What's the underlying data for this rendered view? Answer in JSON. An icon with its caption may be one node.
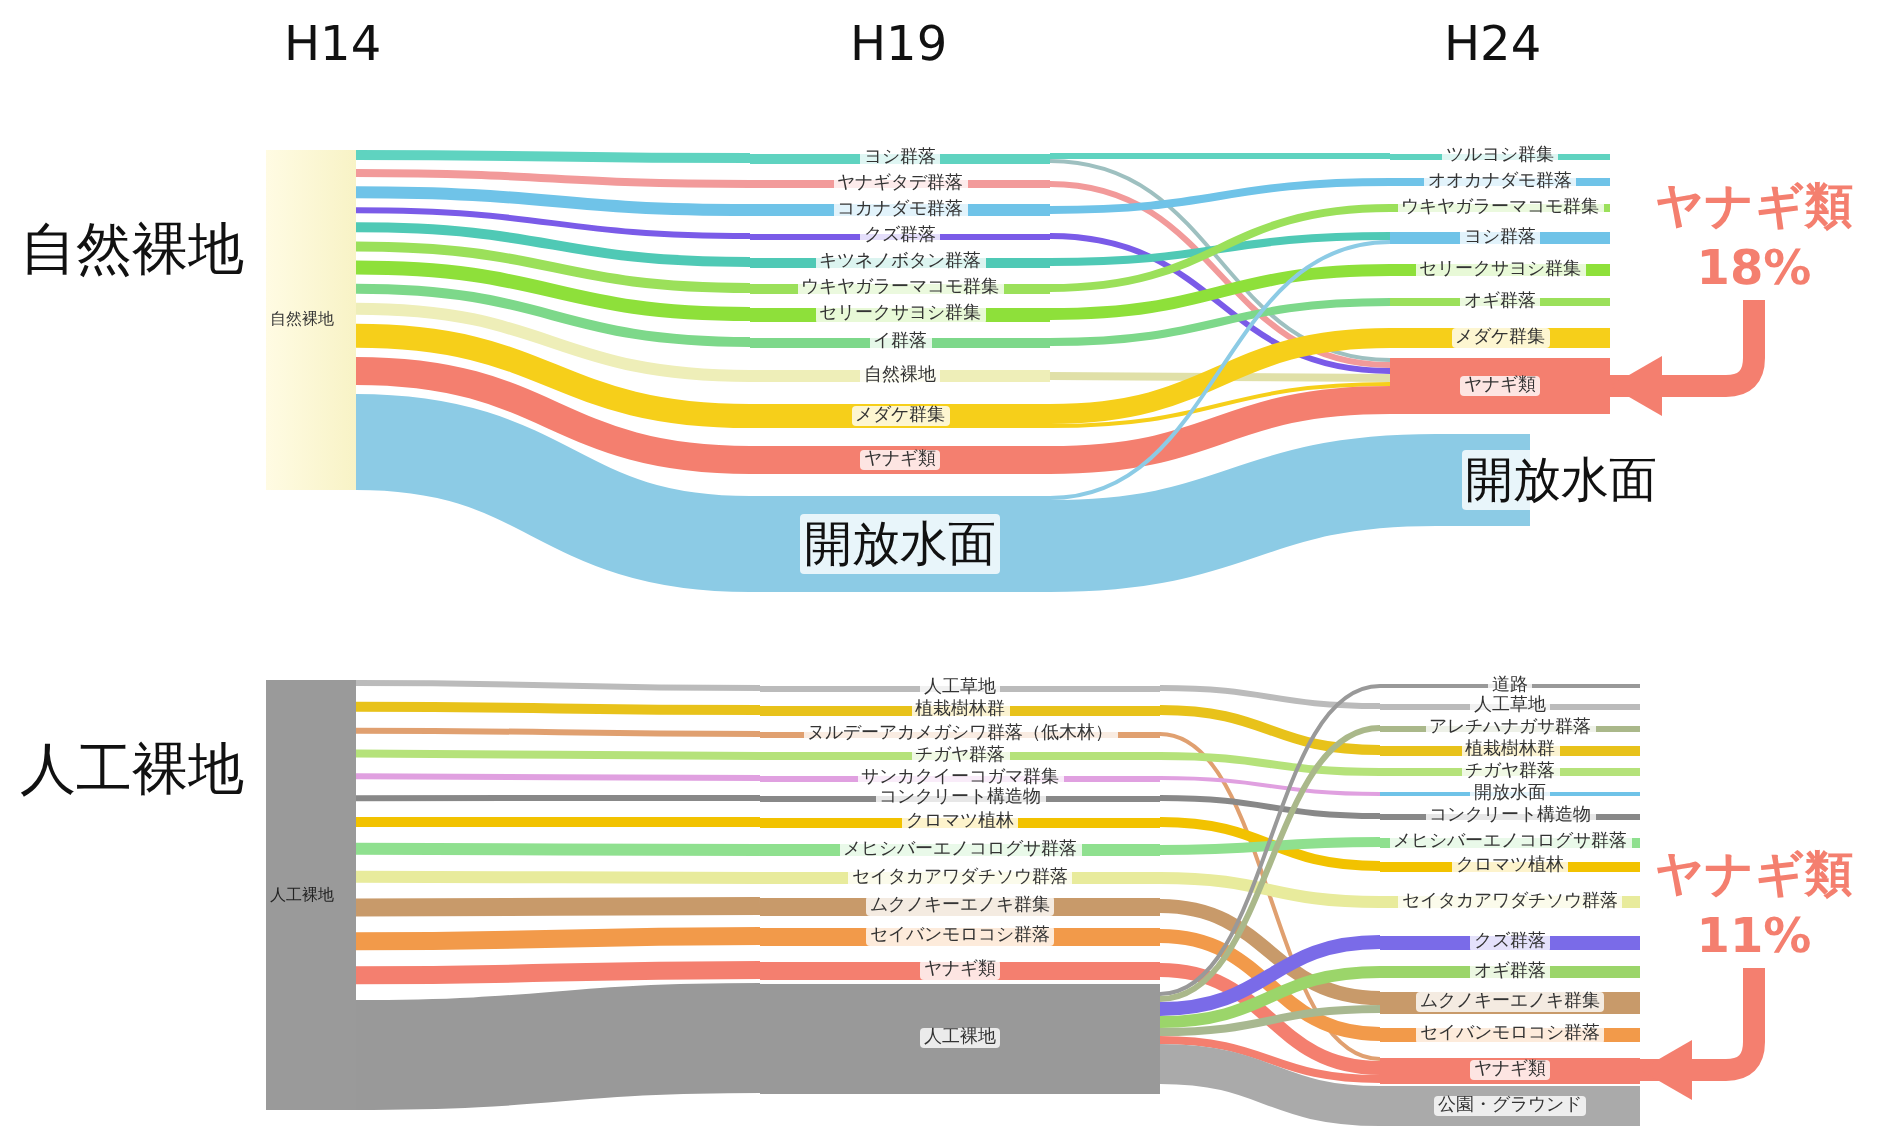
{
  "diagram": {
    "nodes": [
      {
        "text": [
          "自然裸地"
        ]
      },
      {
        "text": [
          "ヨシ群落"
        ]
      },
      {
        "text": [
          "ヤナギタデ群落"
        ]
      },
      {
        "text": [
          "コカナダモ群落"
        ]
      },
      {
        "text": [
          "クズ群落"
        ]
      },
      {
        "text": [
          "キツネノボタン群落"
        ]
      },
      {
        "text": [
          "ウキヤガラーマコモ群集"
        ]
      },
      {
        "text": [
          "セリークサヨシ群集"
        ]
      },
      {
        "text": [
          "イ群落"
        ]
      },
      {
        "text": [
          "自然裸地"
        ]
      },
      {
        "text": [
          "メダケ群集"
        ]
      },
      {
        "text": [
          "ヤナギ類"
        ]
      },
      {
        "text": [
          "開放水面"
        ]
      },
      {
        "text": [
          "ツルヨシ群集"
        ]
      },
      {
        "text": [
          "オオカナダモ群落"
        ]
      },
      {
        "text": [
          "ウキヤガラーマコモ群集"
        ]
      },
      {
        "text": [
          "ヨシ群落"
        ]
      },
      {
        "text": [
          "セリークサヨシ群集"
        ]
      },
      {
        "text": [
          "オギ群落"
        ]
      },
      {
        "text": [
          "メダケ群集"
        ]
      },
      {
        "text": [
          "ヤナギ類"
        ]
      },
      {
        "text": [
          "開放水面"
        ]
      },
      {
        "text": [
          "人工裸地"
        ]
      },
      {
        "text": [
          "人工草地"
        ]
      },
      {
        "text": [
          "植栽樹林群"
        ]
      },
      {
        "text": [
          "ヌルデーアカメガシワ群落（低木林）"
        ]
      },
      {
        "text": [
          "チガヤ群落"
        ]
      },
      {
        "text": [
          "サンカクイーコガマ群集"
        ]
      },
      {
        "text": [
          "コンクリート構造物"
        ]
      },
      {
        "text": [
          "クロマツ植林"
        ]
      },
      {
        "text": [
          "メヒシバーエノコログサ群落"
        ]
      },
      {
        "text": [
          "セイタカアワダチソウ群落"
        ]
      },
      {
        "text": [
          "ムクノキーエノキ群集"
        ]
      },
      {
        "text": [
          "セイバンモロコシ群落"
        ]
      },
      {
        "text": [
          "ヤナギ類"
        ]
      },
      {
        "text": [
          "人工裸地"
        ]
      },
      {
        "text": [
          "道路"
        ]
      },
      {
        "text": [
          "人工草地"
        ]
      },
      {
        "text": [
          "アレチハナガサ群落"
        ]
      },
      {
        "text": [
          "植栽樹林群"
        ]
      },
      {
        "text": [
          "チガヤ群落"
        ]
      },
      {
        "text": [
          "開放水面"
        ]
      },
      {
        "text": [
          "コンクリート構造物"
        ]
      },
      {
        "text": [
          "メヒシバーエノコログサ群落"
        ]
      },
      {
        "text": [
          "クロマツ植林"
        ]
      },
      {
        "text": [
          "セイタカアワダチソウ群落"
        ]
      },
      {
        "text": [
          "クズ群落"
        ]
      },
      {
        "text": [
          "オギ群落"
        ]
      },
      {
        "text": [
          "ムクノキーエノキ群集"
        ]
      },
      {
        "text": [
          "セイバンモロコシ群落"
        ]
      },
      {
        "text": [
          "ヤナギ類"
        ]
      },
      {
        "text": [
          "公園・グラウンド"
        ]
      },
      {
        "text": [
          "ヤナギ類 18%"
        ]
      },
      {
        "text": [
          "ヤナギ類 11%"
        ]
      }
    ],
    "edges": [
      {
        "from": 0,
        "to": 1,
        "arrow": "none",
        "color": "#5fd3c0"
      },
      {
        "from": 0,
        "to": 2,
        "arrow": "none",
        "color": "#f29a9a"
      },
      {
        "from": 0,
        "to": 3,
        "arrow": "none",
        "color": "#6fc3e8"
      },
      {
        "from": 0,
        "to": 4,
        "arrow": "none",
        "color": "#7a5be8"
      },
      {
        "from": 0,
        "to": 5,
        "arrow": "none",
        "color": "#4fc9b5"
      },
      {
        "from": 0,
        "to": 6,
        "arrow": "none",
        "color": "#9be05a"
      },
      {
        "from": 0,
        "to": 7,
        "arrow": "none",
        "color": "#8ee03a"
      },
      {
        "from": 0,
        "to": 8,
        "arrow": "none",
        "color": "#7dd88a"
      },
      {
        "from": 0,
        "to": 9,
        "arrow": "none",
        "color": "#eeeeb8"
      },
      {
        "from": 0,
        "to": 10,
        "arrow": "none",
        "style": "thick",
        "color": "#f6cf1a"
      },
      {
        "from": 0,
        "to": 11,
        "arrow": "none",
        "style": "thick",
        "color": "#f47f6f"
      },
      {
        "from": 0,
        "to": 12,
        "arrow": "none",
        "style": "thick",
        "color": "#8ccbe5"
      },
      {
        "from": 1,
        "to": 13,
        "arrow": "none",
        "color": "#5fd3c0"
      },
      {
        "from": 1,
        "to": 20,
        "arrow": "none",
        "color": "#9ec0c0"
      },
      {
        "from": 2,
        "to": 20,
        "arrow": "none",
        "color": "#f29a9a"
      },
      {
        "from": 3,
        "to": 14,
        "arrow": "none",
        "color": "#6fc3e8"
      },
      {
        "from": 4,
        "to": 20,
        "arrow": "none",
        "color": "#7a5be8"
      },
      {
        "from": 5,
        "to": 16,
        "arrow": "none",
        "color": "#4fc9b5"
      },
      {
        "from": 6,
        "to": 15,
        "arrow": "none",
        "color": "#9be05a"
      },
      {
        "from": 7,
        "to": 17,
        "arrow": "none",
        "color": "#8ee03a"
      },
      {
        "from": 8,
        "to": 18,
        "arrow": "none",
        "color": "#7dd88a"
      },
      {
        "from": 9,
        "to": 20,
        "arrow": "none",
        "color": "#e0e0a8"
      },
      {
        "from": 10,
        "to": 19,
        "arrow": "none",
        "style": "thick",
        "color": "#f6cf1a"
      },
      {
        "from": 10,
        "to": 20,
        "arrow": "none",
        "color": "#f6cf1a"
      },
      {
        "from": 11,
        "to": 20,
        "arrow": "none",
        "style": "thick",
        "color": "#f47f6f"
      },
      {
        "from": 12,
        "to": 21,
        "arrow": "none",
        "style": "thick",
        "color": "#8ccbe5"
      },
      {
        "from": 12,
        "to": 16,
        "arrow": "none",
        "color": "#8ccbe5"
      },
      {
        "from": 22,
        "to": 23,
        "arrow": "none",
        "color": "#bbbbbb"
      },
      {
        "from": 22,
        "to": 24,
        "arrow": "none",
        "color": "#e8c21a"
      },
      {
        "from": 22,
        "to": 25,
        "arrow": "none",
        "color": "#e0a070"
      },
      {
        "from": 22,
        "to": 26,
        "arrow": "none",
        "color": "#b5e27a"
      },
      {
        "from": 22,
        "to": 27,
        "arrow": "none",
        "color": "#e0a0e0"
      },
      {
        "from": 22,
        "to": 28,
        "arrow": "none",
        "color": "#888888"
      },
      {
        "from": 22,
        "to": 29,
        "arrow": "none",
        "color": "#f2c200"
      },
      {
        "from": 22,
        "to": 30,
        "arrow": "none",
        "color": "#8fe08f"
      },
      {
        "from": 22,
        "to": 31,
        "arrow": "none",
        "color": "#e8eb9c"
      },
      {
        "from": 22,
        "to": 32,
        "arrow": "none",
        "style": "thick",
        "color": "#c89a6a"
      },
      {
        "from": 22,
        "to": 33,
        "arrow": "none",
        "style": "thick",
        "color": "#f29a4a"
      },
      {
        "from": 22,
        "to": 34,
        "arrow": "none",
        "style": "thick",
        "color": "#f47f6f"
      },
      {
        "from": 22,
        "to": 35,
        "arrow": "none",
        "style": "thick",
        "color": "#999999"
      },
      {
        "from": 23,
        "to": 37,
        "arrow": "none",
        "color": "#bbbbbb"
      },
      {
        "from": 24,
        "to": 39,
        "arrow": "none",
        "color": "#e8c21a"
      },
      {
        "from": 25,
        "to": 50,
        "arrow": "none",
        "color": "#e0a070"
      },
      {
        "from": 26,
        "to": 40,
        "arrow": "none",
        "color": "#b5e27a"
      },
      {
        "from": 27,
        "to": 41,
        "arrow": "none",
        "color": "#e0a0e0"
      },
      {
        "from": 28,
        "to": 42,
        "arrow": "none",
        "color": "#888888"
      },
      {
        "from": 29,
        "to": 44,
        "arrow": "none",
        "color": "#f2c200"
      },
      {
        "from": 30,
        "to": 43,
        "arrow": "none",
        "color": "#8fe08f"
      },
      {
        "from": 31,
        "to": 45,
        "arrow": "none",
        "color": "#e8eb9c"
      },
      {
        "from": 32,
        "to": 48,
        "arrow": "none",
        "color": "#c89a6a"
      },
      {
        "from": 33,
        "to": 49,
        "arrow": "none",
        "color": "#f29a4a"
      },
      {
        "from": 34,
        "to": 50,
        "arrow": "none",
        "color": "#f47f6f"
      },
      {
        "from": 35,
        "to": 36,
        "arrow": "none",
        "color": "#999999"
      },
      {
        "from": 35,
        "to": 38,
        "arrow": "none",
        "color": "#aab88a"
      },
      {
        "from": 35,
        "to": 46,
        "arrow": "none",
        "color": "#7a6be8"
      },
      {
        "from": 35,
        "to": 47,
        "arrow": "none",
        "color": "#9bd56a"
      },
      {
        "from": 35,
        "to": 48,
        "arrow": "none",
        "color": "#a8b890"
      },
      {
        "from": 35,
        "to": 50,
        "arrow": "none",
        "color": "#f47f6f"
      },
      {
        "from": 35,
        "to": 51,
        "arrow": "none",
        "style": "thick",
        "color": "#aaaaaa"
      },
      {
        "from": 52,
        "to": 20,
        "arrow": "to",
        "style": "thick",
        "color": "#f47f6f"
      },
      {
        "from": 53,
        "to": 50,
        "arrow": "to",
        "style": "thick",
        "color": "#f47f6f"
      }
    ],
    "labels": [
      "H14",
      "H19",
      "H24",
      "自然裸地",
      "人工裸地"
    ]
  }
}
